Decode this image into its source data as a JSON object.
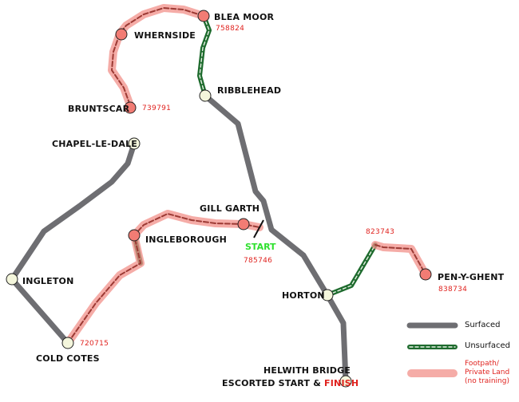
{
  "colors": {
    "surfaced": "#6e6e72",
    "unsurfaced": "#1e6b2e",
    "footpath": "#f2908a",
    "footpath_core": "#9c3a34",
    "node_fill": "#f4f6dc",
    "red_node": "#f27c74",
    "ref_text": "#e0231f",
    "start_text": "#2fe02f"
  },
  "places": {
    "blea_moor": "BLEA MOOR",
    "whernside": "WHERNSIDE",
    "ribblehead": "RIBBLEHEAD",
    "bruntscar": "BRUNTSCAR",
    "chapel": "CHAPEL-LE-DALE",
    "gill_garth": "GILL GARTH",
    "ingleborough": "INGLEBOROUGH",
    "ingleton": "INGLETON",
    "cold_cotes": "COLD COTES",
    "horton": "HORTON",
    "pen_y_ghent": "PEN-Y-GHENT",
    "helwith": "HELWITH BRIDGE",
    "escorted": "ESCORTED START &",
    "finish": "FINISH",
    "start": "START"
  },
  "refs": {
    "blea_moor": "758824",
    "bruntscar": "739791",
    "start": "785746",
    "cold_cotes": "720715",
    "peak_823743": "823743",
    "pen_y_ghent": "838734"
  },
  "legend": {
    "surfaced": "Surfaced",
    "unsurfaced": "Unsurfaced",
    "footpath": "Footpath/ Private Land (no training)"
  }
}
